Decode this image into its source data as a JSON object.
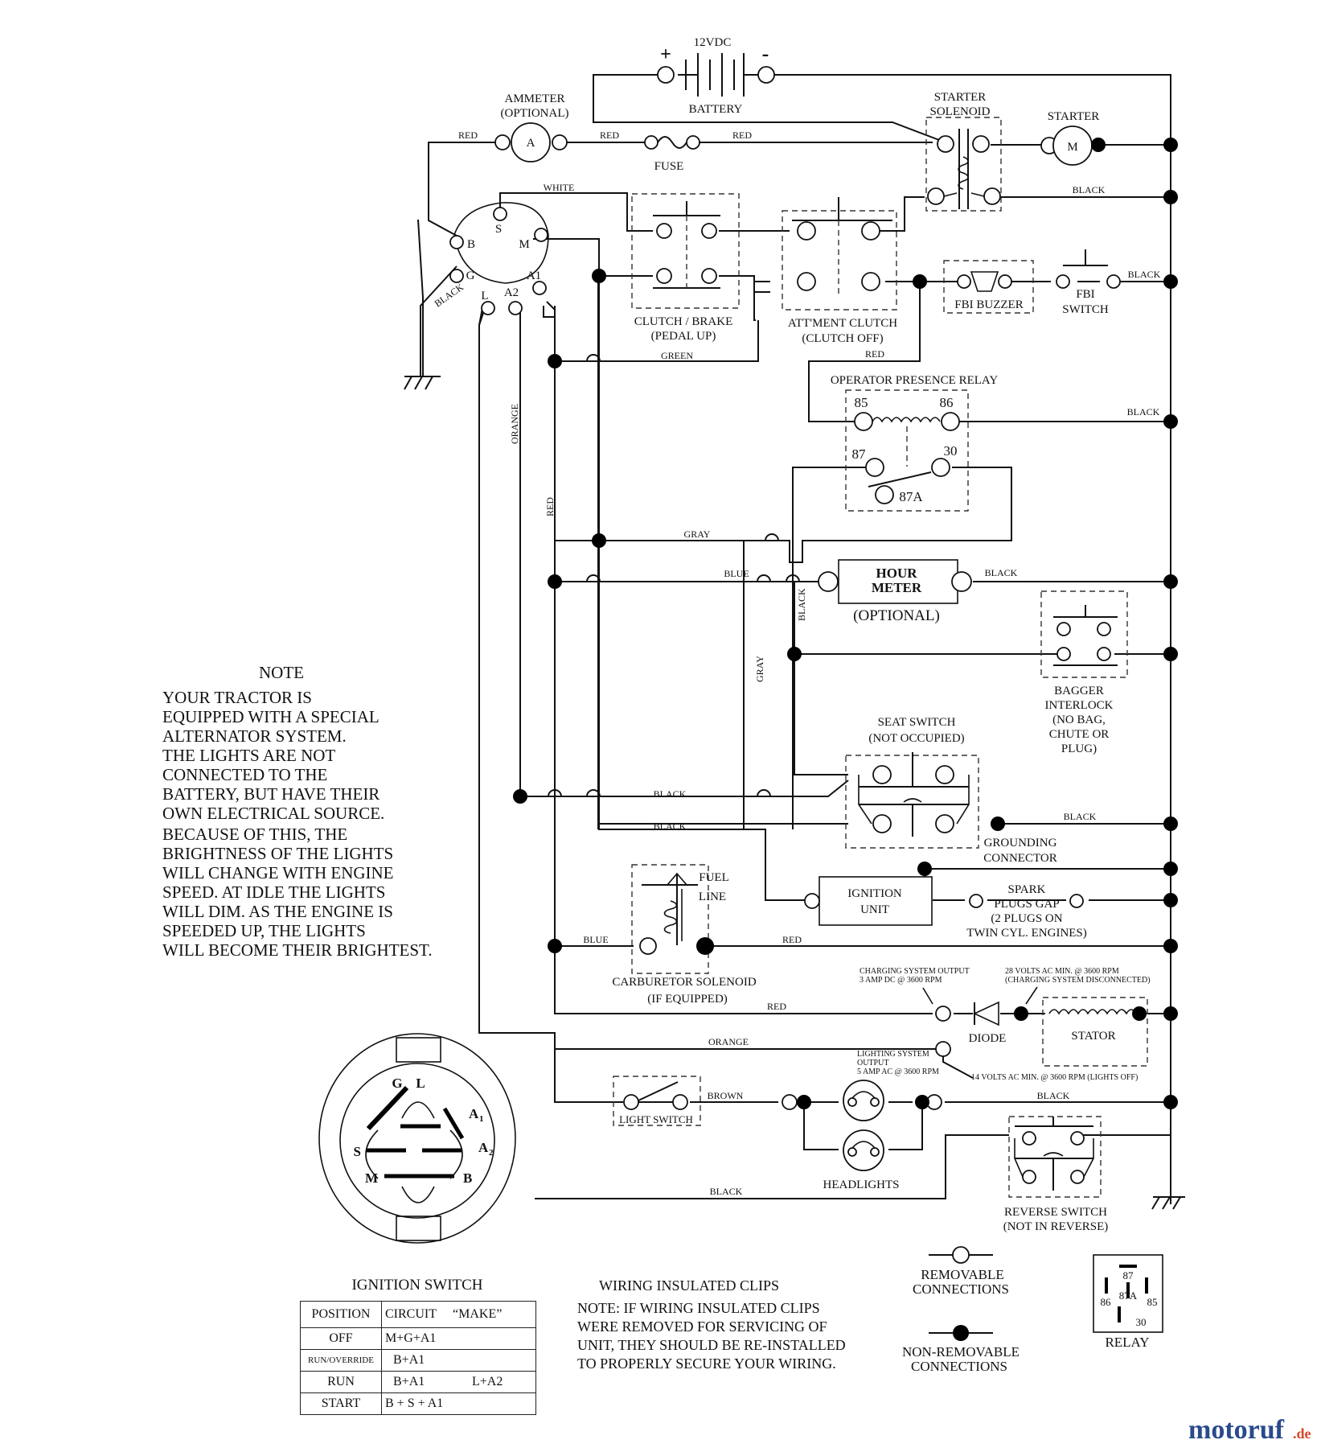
{
  "battery": {
    "voltage": "12VDC",
    "label": "BATTERY",
    "plus": "+",
    "minus": "-"
  },
  "ammeter": {
    "line1": "AMMETER",
    "line2": "(OPTIONAL)",
    "symbol": "A"
  },
  "fuse": "FUSE",
  "starter_solenoid": {
    "line1": "STARTER",
    "line2": "SOLENOID"
  },
  "starter": {
    "label": "STARTER",
    "symbol": "M"
  },
  "ignition_terminals": {
    "S": "S",
    "B": "B",
    "M": "M",
    "G": "G",
    "A1": "A1",
    "L": "L",
    "A2": "A2"
  },
  "clutch_brake": {
    "line1": "CLUTCH / BRAKE",
    "line2": "(PEDAL UP)"
  },
  "attm_clutch": {
    "line1": "ATT'MENT CLUTCH",
    "line2": "(CLUTCH OFF)"
  },
  "fbi_buzzer": "FBI BUZZER",
  "fbi_switch": {
    "line1": "FBI",
    "line2": "SWITCH"
  },
  "relay_block": {
    "title": "OPERATOR PRESENCE RELAY",
    "t85": "85",
    "t86": "86",
    "t87": "87",
    "t30": "30",
    "t87a": "87A"
  },
  "hour_meter": {
    "line1": "HOUR",
    "line2": "METER",
    "line3": "(OPTIONAL)"
  },
  "bagger": {
    "line1": "BAGGER",
    "line2": "INTERLOCK",
    "line3": "(NO BAG,",
    "line4": "CHUTE OR",
    "line5": "PLUG)"
  },
  "seat_switch": {
    "line1": "SEAT SWITCH",
    "line2": "(NOT OCCUPIED)"
  },
  "grounding": {
    "line1": "GROUNDING",
    "line2": "CONNECTOR"
  },
  "fuel_line": {
    "line1": "FUEL",
    "line2": "LINE"
  },
  "ignition_unit": {
    "line1": "IGNITION",
    "line2": "UNIT"
  },
  "spark": {
    "line1": "SPARK",
    "line2": "PLUGS GAP",
    "line3": "(2 PLUGS ON",
    "line4": "TWIN CYL. ENGINES)"
  },
  "carb": {
    "line1": "CARBURETOR SOLENOID",
    "line2": "(IF EQUIPPED)"
  },
  "charging_out": {
    "line1": "CHARGING SYSTEM OUTPUT",
    "line2": "3 AMP DC @ 3600 RPM"
  },
  "volts28": {
    "line1": "28 VOLTS AC MIN. @ 3600 RPM",
    "line2": "(CHARGING SYSTEM DISCONNECTED)"
  },
  "diode": "DIODE",
  "stator": "STATOR",
  "lighting_out": {
    "line1": "LIGHTING SYSTEM",
    "line2": "OUTPUT",
    "line3": "5 AMP AC @ 3600 RPM"
  },
  "volts14": "14 VOLTS AC MIN. @ 3600 RPM (LIGHTS OFF)",
  "light_switch": "LIGHT SWITCH",
  "headlights": "HEADLIGHTS",
  "reverse_switch": {
    "line1": "REVERSE SWITCH",
    "line2": "(NOT IN REVERSE)"
  },
  "wires": {
    "red": "RED",
    "white": "WHITE",
    "black": "BLACK",
    "green": "GREEN",
    "orange": "ORANGE",
    "gray": "GRAY",
    "blue": "BLUE",
    "brown": "BROWN"
  },
  "note": {
    "title": "NOTE",
    "lines": [
      "YOUR TRACTOR IS",
      "EQUIPPED WITH A SPECIAL",
      "ALTERNATOR SYSTEM.",
      "THE LIGHTS ARE NOT",
      "CONNECTED TO THE",
      "BATTERY, BUT HAVE THEIR",
      "OWN ELECTRICAL SOURCE.",
      "BECAUSE OF THIS, THE",
      "BRIGHTNESS OF THE LIGHTS",
      "WILL CHANGE WITH ENGINE",
      "SPEED.  AT IDLE THE LIGHTS",
      "WILL DIM.  AS THE ENGINE IS",
      "SPEEDED UP, THE LIGHTS",
      "WILL BECOME THEIR BRIGHTEST."
    ]
  },
  "ignition_switch": {
    "title": "IGNITION SWITCH",
    "letters": {
      "G": "G",
      "L": "L",
      "A1": "A",
      "A1_sub": "1",
      "S": "S",
      "A2": "A",
      "A2_sub": "2",
      "M": "M",
      "B": "B"
    },
    "headers": {
      "position": "POSITION",
      "circuit": "CIRCUIT",
      "make": "“MAKE”"
    },
    "rows": [
      {
        "position": "OFF",
        "circuit": "M+G+A1",
        "extra": ""
      },
      {
        "position": "RUN/OVERRIDE",
        "circuit": "B+A1",
        "extra": ""
      },
      {
        "position": "RUN",
        "circuit": "B+A1",
        "extra": "L+A2"
      },
      {
        "position": "START",
        "circuit": "B + S + A1",
        "extra": ""
      }
    ]
  },
  "clips": {
    "title": "WIRING INSULATED CLIPS",
    "lines": [
      "NOTE:  IF WIRING INSULATED CLIPS",
      "WERE REMOVED FOR SERVICING OF",
      " UNIT, THEY SHOULD BE RE-INSTALLED",
      "TO PROPERLY SECURE YOUR WIRING."
    ]
  },
  "legend": {
    "removable1": "REMOVABLE",
    "removable2": "CONNECTIONS",
    "nonremovable1": "NON-REMOVABLE",
    "nonremovable2": "CONNECTIONS",
    "relay": "RELAY",
    "r87": "87",
    "r87a": "87A",
    "r86": "86",
    "r85": "85",
    "r30": "30"
  },
  "watermark": {
    "main": "motoruf",
    "suffix": ".de",
    "main_color": "#2a4a8c",
    "suffix_color": "#d4472a"
  }
}
